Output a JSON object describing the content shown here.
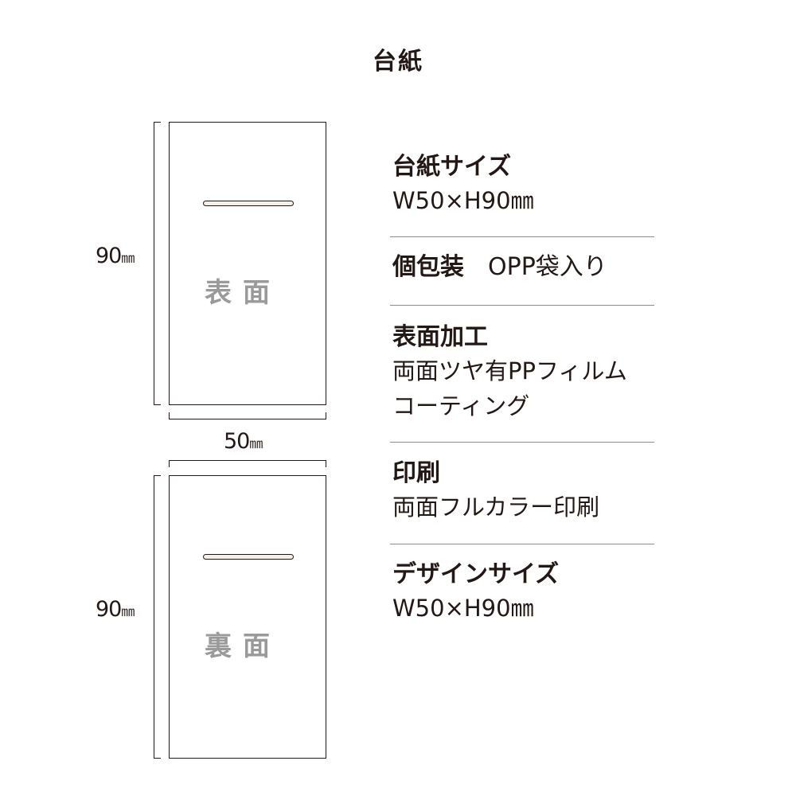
{
  "title": "台紙",
  "dimensions": {
    "height_front": {
      "value": "90",
      "unit": "㎜"
    },
    "height_back": {
      "value": "90",
      "unit": "㎜"
    },
    "width": {
      "value": "50",
      "unit": "㎜"
    }
  },
  "cards": {
    "front_label": "表面",
    "back_label": "裏面"
  },
  "specs": {
    "mount_size": {
      "heading": "台紙サイズ",
      "value": "W50×H90㎜"
    },
    "packaging": {
      "heading": "個包装",
      "value": "OPP袋入り"
    },
    "surface": {
      "heading": "表面加工",
      "line1": "両面ツヤ有PPフィルム",
      "line2": "コーティング"
    },
    "printing": {
      "heading": "印刷",
      "value": "両面フルカラー印刷"
    },
    "design_size": {
      "heading": "デザインサイズ",
      "value": "W50×H90㎜"
    }
  }
}
